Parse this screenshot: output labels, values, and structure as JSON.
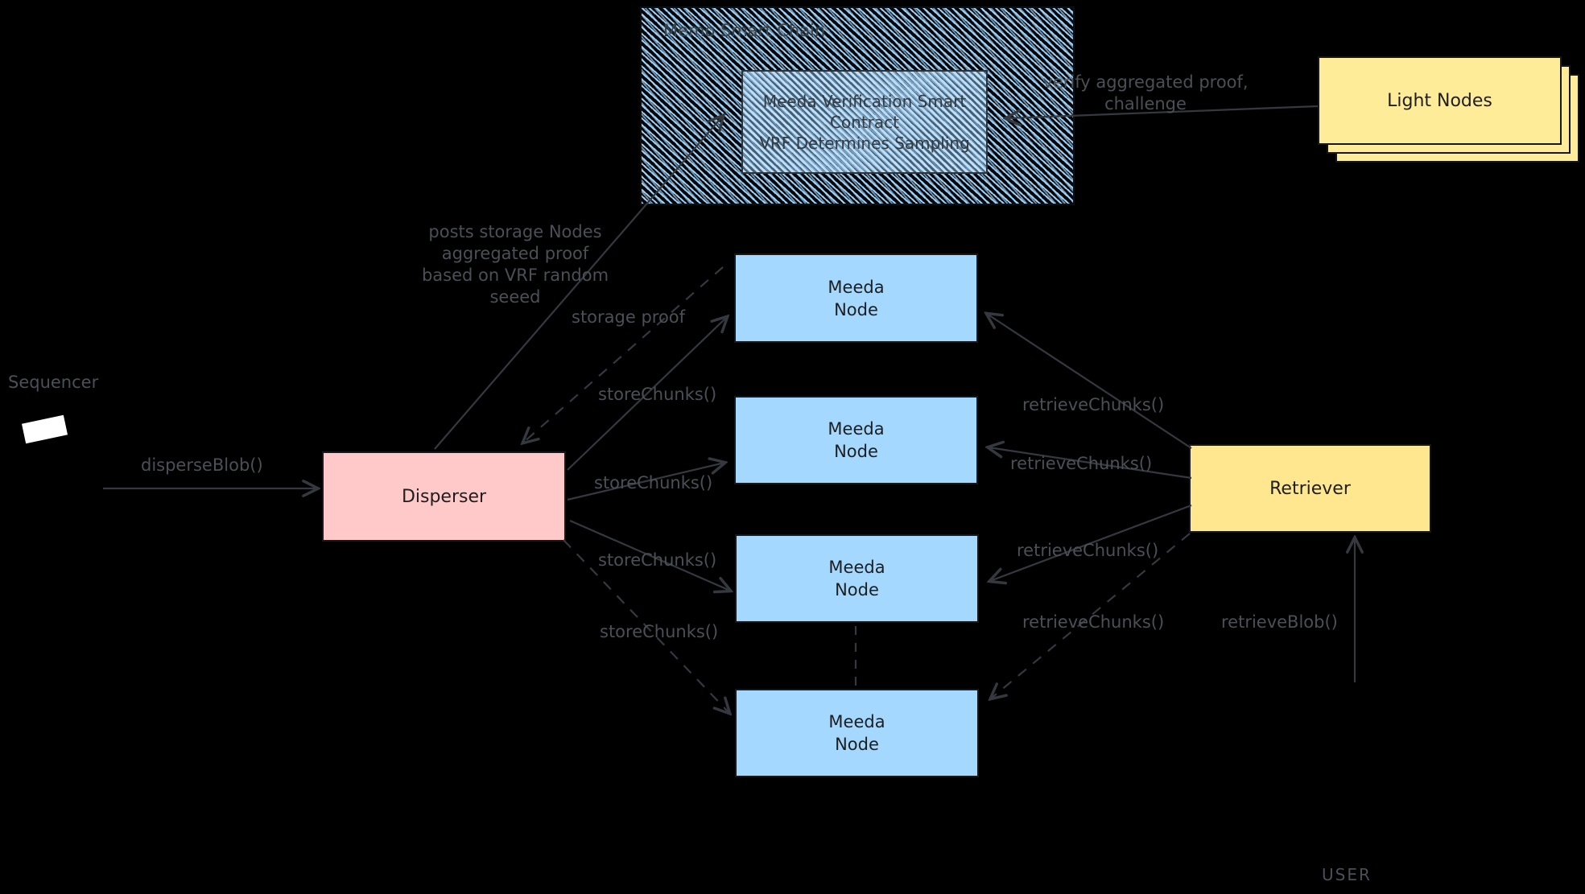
{
  "chain": {
    "title": "Memo Smart Chain",
    "contract_line1": "Meeda Verification Smart",
    "contract_line2": "Contract",
    "contract_line3": "VRF Determines Sampling"
  },
  "light_nodes": {
    "label": "Light Nodes"
  },
  "disperser": {
    "label": "Disperser"
  },
  "retriever": {
    "label": "Retriever"
  },
  "sequencer": {
    "label": "Sequencer"
  },
  "user": {
    "label": "USER"
  },
  "nodes": [
    {
      "line1": "Meeda",
      "line2": "Node"
    },
    {
      "line1": "Meeda",
      "line2": "Node"
    },
    {
      "line1": "Meeda",
      "line2": "Node"
    },
    {
      "line1": "Meeda",
      "line2": "Node"
    }
  ],
  "edge_labels": {
    "verify_line1": "verify aggregated proof,",
    "verify_line2": "challenge",
    "posts_line1": "posts storage Nodes",
    "posts_line2": "aggregated proof",
    "posts_line3": "based on VRF random",
    "posts_line4": "seeed",
    "storage_proof": "storage proof",
    "disperse_blob": "disperseBlob()",
    "store_chunks": [
      "storeChunks()",
      "storeChunks()",
      "storeChunks()",
      "storeChunks()"
    ],
    "retrieve_chunks": [
      "retrieveChunks()",
      "retrieveChunks()",
      "retrieveChunks()",
      "retrieveChunks()"
    ],
    "retrieve_blob": "retrieveBlob()"
  },
  "colors": {
    "background": "#000000",
    "node_blue": "#a5d8ff",
    "disperser_pink": "#ffc9c9",
    "light_nodes_yellow": "#ffec99",
    "retriever_yellow": "#ffe78f",
    "label_gray": "#4a5056",
    "arrow_gray": "#35393f",
    "ink": "#1e1e1e"
  }
}
